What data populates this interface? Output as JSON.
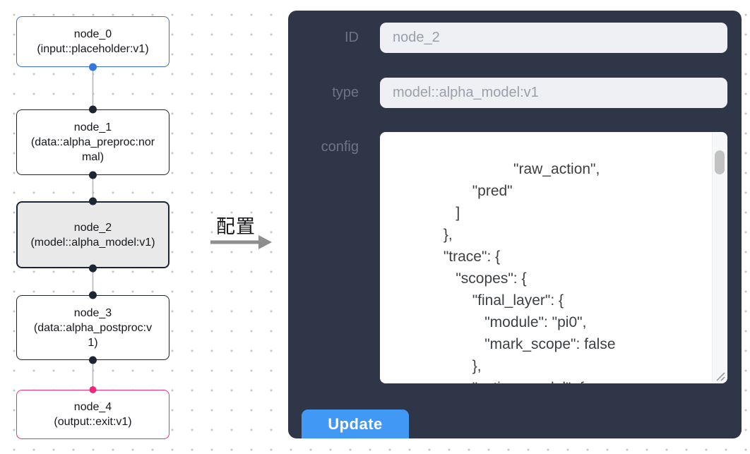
{
  "colors": {
    "panel-bg": "#2e3647",
    "accent-blue": "#4298f5",
    "node-default-border": "#1d2433",
    "node-input-border": "#3b6dcc",
    "node-output-border": "#ee2f7d",
    "node-selected-bg": "#e9e9e9",
    "edge-gray": "#b3b3b3",
    "port-dark": "#1d2433",
    "port-blue": "#3575e0",
    "port-pink": "#f0267c",
    "label-gray": "#6e7480",
    "field-bg": "#eef0f4",
    "field-text": "#9aa0aa",
    "config-text": "#3d4043",
    "dot-grid": "#c6c6c6",
    "arrow-gray": "#8e8e8e"
  },
  "graph": {
    "nodes": [
      {
        "title": "node_0",
        "subtitle": "(input::placeholder:v1)"
      },
      {
        "title": "node_1",
        "subtitle": "(data::alpha_preproc:normal)"
      },
      {
        "title": "node_2",
        "subtitle": "(model::alpha_model:v1)"
      },
      {
        "title": "node_3",
        "subtitle": "(data::alpha_postproc:v1)"
      },
      {
        "title": "node_4",
        "subtitle": "(output::exit:v1)"
      }
    ]
  },
  "transition": {
    "label": "配置"
  },
  "panel": {
    "id_label": "ID",
    "id_value": "node_2",
    "type_label": "type",
    "type_value": "model::alpha_model:v1",
    "config_label": "config",
    "config_value": "                    \"raw_action\",\n                    \"pred\"\n                ]\n             },\n             \"trace\": {\n                \"scopes\": {\n                    \"final_layer\": {\n                       \"module\": \"pi0\",\n                       \"mark_scope\": false\n                    },\n                    \"action_model\": {",
    "update_label": "Update"
  }
}
